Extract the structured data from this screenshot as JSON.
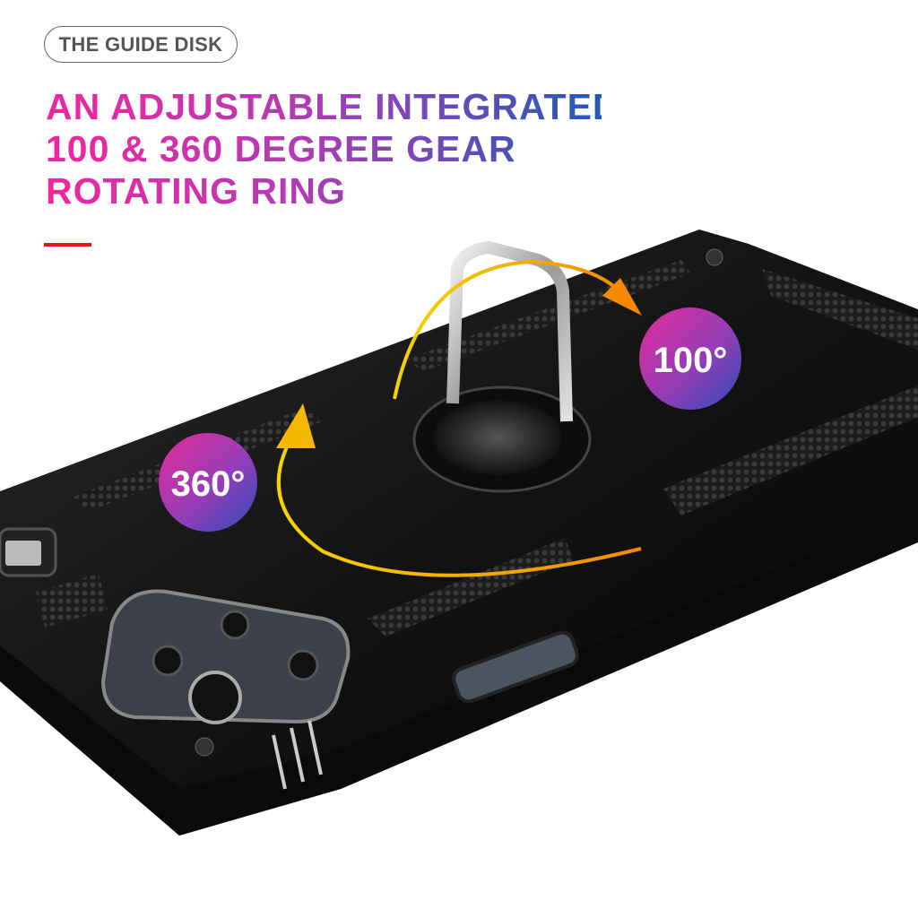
{
  "tag": {
    "label": "THE GUIDE DISK"
  },
  "headline": {
    "lines": [
      "AN ADJUSTABLE INTEGRATED",
      "100 & 360 DEGREE GEAR",
      "ROTATING RING"
    ]
  },
  "badges": {
    "rotate_360": "360°",
    "tilt_100": "100°"
  },
  "colors": {
    "headline_start": "#f2259f",
    "headline_end": "#1f5bb8",
    "accent_bar": "#e8141c",
    "arrow_yellow": "#f5d400",
    "arrow_orange": "#f58a00",
    "case_body": "#1a1a1a"
  }
}
